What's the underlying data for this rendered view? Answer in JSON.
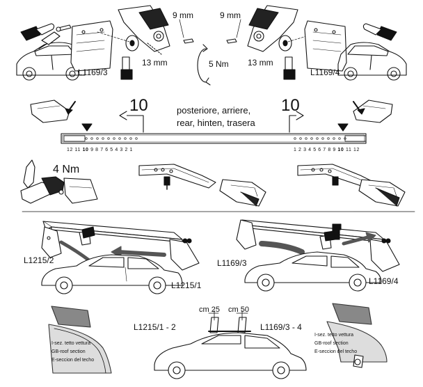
{
  "top_left": {
    "screw_size": "9 mm",
    "wrench_size": "13 mm",
    "part": "L1169/3"
  },
  "top_right": {
    "screw_size": "9 mm",
    "wrench_size": "13 mm",
    "part": "L1169/4"
  },
  "torque_top": "5 Nm",
  "ruler": {
    "left_distance": "10",
    "right_distance": "10",
    "direction_lines": [
      "posteriore, arriere,",
      "rear, hinten, trasera"
    ],
    "left_numbers": [
      "12",
      "11",
      "10",
      "9",
      "8",
      "7",
      "6",
      "5",
      "4",
      "3",
      "2",
      "1"
    ],
    "right_numbers": [
      "1",
      "2",
      "3",
      "4",
      "5",
      "6",
      "7",
      "8",
      "9",
      "10",
      "11",
      "12"
    ]
  },
  "torque_mid": "4 Nm",
  "car_left": {
    "part_top": "L1215/2",
    "part_bottom": "L1215/1"
  },
  "car_right": {
    "part_top": "L1169/3",
    "part_bottom": "L1169/4"
  },
  "bottom": {
    "spacing_a": "cm 25",
    "spacing_b": "cm 50",
    "kit_left": "L1215/1 - 2",
    "kit_right": "L1169/3 - 4",
    "section_left": [
      "I-sez. tetto vettura",
      "GB-roof section",
      "E-seccion del techo"
    ],
    "section_right": [
      "I-sez. tetto vettura",
      "GB-roof section",
      "E-seccion del techo"
    ]
  }
}
